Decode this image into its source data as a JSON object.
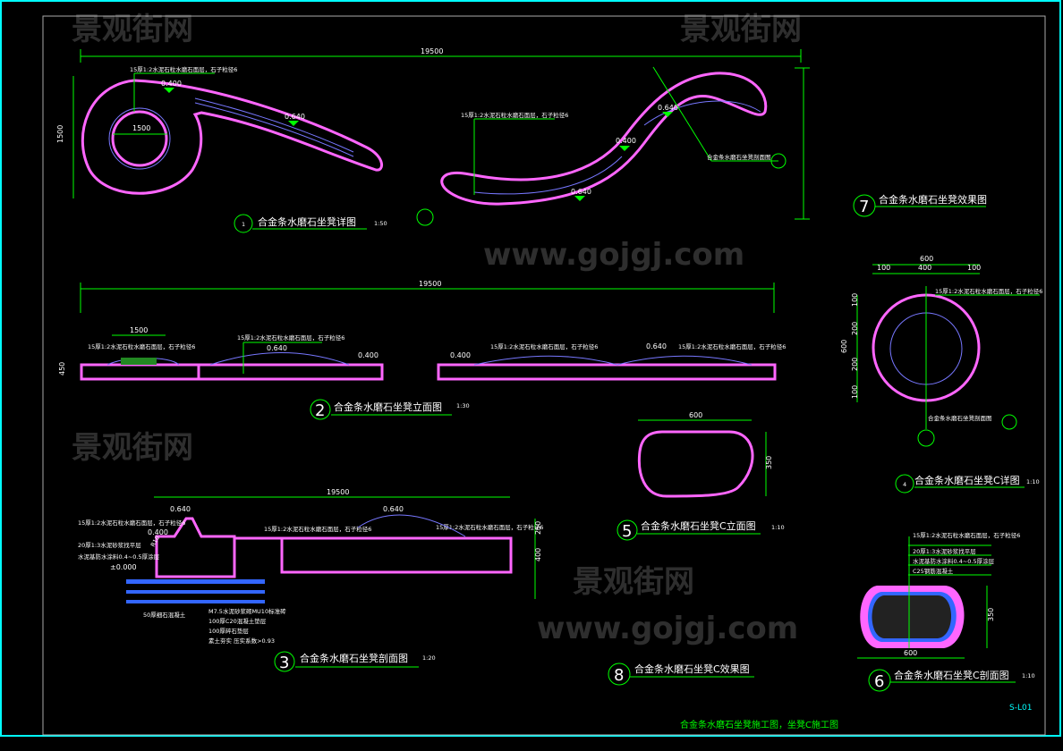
{
  "watermark": {
    "cn": "景观街网",
    "url": "www.gojgj.com"
  },
  "note_finish": "15厚1:2水泥石粒水磨石面层，石子粒径6",
  "dimensions": {
    "total_length": "19500",
    "ring_dia": "1500",
    "elev_1500": "1500",
    "seat_600": "600",
    "seat_350": "350",
    "d100": "100",
    "d400": "400",
    "d200": "200",
    "d450": "450",
    "d250": "250"
  },
  "levels": {
    "l0400": "0.400",
    "l0640": "0.640",
    "l0000": "±0.000"
  },
  "drawings": [
    {
      "num": "1",
      "title": "合金条水磨石坐凳详图",
      "scale": "1:50"
    },
    {
      "num": "2",
      "title": "合金条水磨石坐凳立面图",
      "scale": "1:30"
    },
    {
      "num": "3",
      "title": "合金条水磨石坐凳剖面图",
      "scale": "1:20"
    },
    {
      "num": "4",
      "title": "合金条水磨石坐凳C详图",
      "scale": "1:10"
    },
    {
      "num": "5",
      "title": "合金条水磨石坐凳C立面图",
      "scale": "1:10"
    },
    {
      "num": "6",
      "title": "合金条水磨石坐凳C剖面图",
      "scale": "1:10"
    },
    {
      "num": "7",
      "title": "合金条水磨石坐凳效果图"
    },
    {
      "num": "8",
      "title": "合金条水磨石坐凳C效果图"
    }
  ],
  "section_notes": {
    "n20": "20厚1:3水泥砂浆找平层",
    "n_waterproof": "水泥基防水涂料0.4~0.5厚涂层",
    "n_r10": "R10",
    "n50": "50厚细石混凝土",
    "layers": [
      "M7.5水泥砂浆砌MU10标准砖",
      "100厚C20混凝土垫层",
      "100厚碎石垫层",
      "素土夯实 压实系数>0.93"
    ],
    "c25": "C25钢筋混凝土",
    "cut_label": "合金条水磨石坐凳剖面图"
  },
  "footer": {
    "caption": "合金条水磨石坐凳施工图，坐凳C施工图",
    "sheet": "S-L01"
  },
  "colors": {
    "frame": "#00ffff",
    "line": "#00ff00",
    "object": "#ff66ff",
    "fill": "#3366ff"
  }
}
